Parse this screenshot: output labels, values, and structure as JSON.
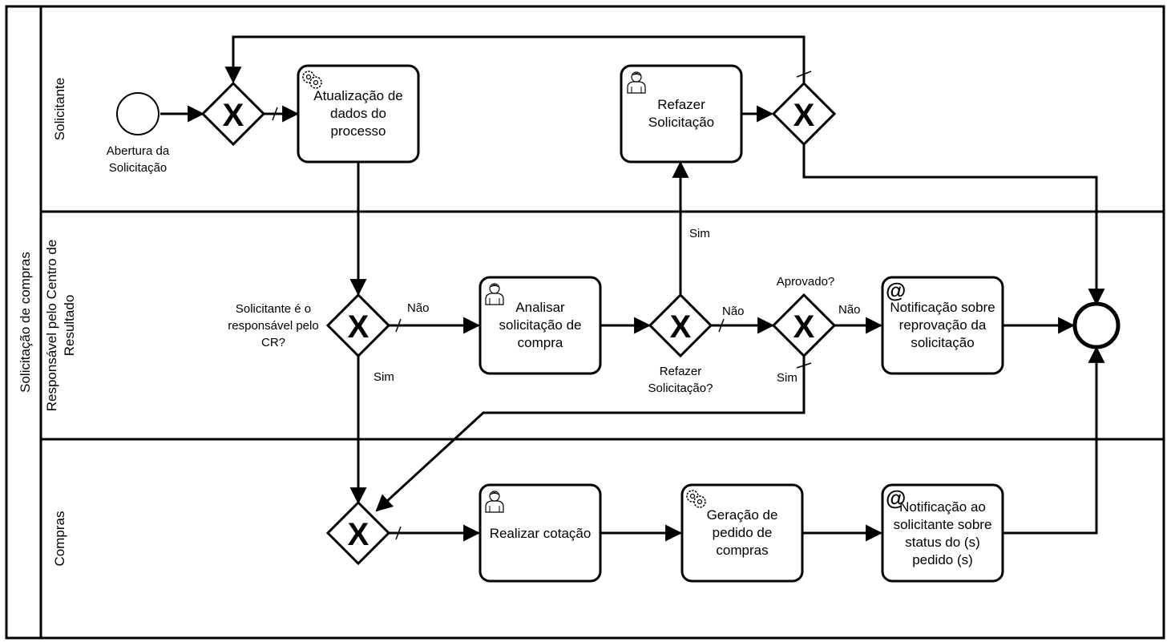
{
  "pool": {
    "label": "Solicitação de compras"
  },
  "lanes": [
    {
      "label": "Solicitante"
    },
    {
      "label_lines": [
        "Responsável pelo Centro de",
        "Resultado"
      ]
    },
    {
      "label": "Compras"
    }
  ],
  "events": {
    "start_label_lines": [
      "Abertura da",
      "Solicitação"
    ]
  },
  "tasks": {
    "atualizacao": [
      "Atualização de",
      "dados do",
      "processo"
    ],
    "refazer": [
      "Refazer",
      "Solicitação"
    ],
    "analisar": [
      "Analisar",
      "solicitação de",
      "compra"
    ],
    "notif_reprovacao": [
      "Notificação sobre",
      "reprovação da",
      "solicitação"
    ],
    "cotacao": [
      "Realizar cotação"
    ],
    "geracao": [
      "Geração de",
      "pedido de",
      "compras"
    ],
    "notif_status": [
      "Notificação ao",
      "solicitante sobre",
      "status do (s)",
      "pedido (s)"
    ]
  },
  "gateways": {
    "symbol": "X",
    "responsavel_label_lines": [
      "Solicitante é o",
      "responsável pelo",
      "CR?"
    ],
    "refazer_label_lines": [
      "Refazer",
      "Solicitação?"
    ],
    "aprovado_label": "Aprovado?"
  },
  "flow_labels": {
    "nao_1": "Não",
    "sim_1": "Sim",
    "sim_2": "Sim",
    "nao_2": "Não",
    "nao_3": "Não",
    "sim_3": "Sim"
  },
  "icons": {
    "service_task": "gear-icon",
    "user_task": "user-icon",
    "message_task": "at-icon"
  }
}
